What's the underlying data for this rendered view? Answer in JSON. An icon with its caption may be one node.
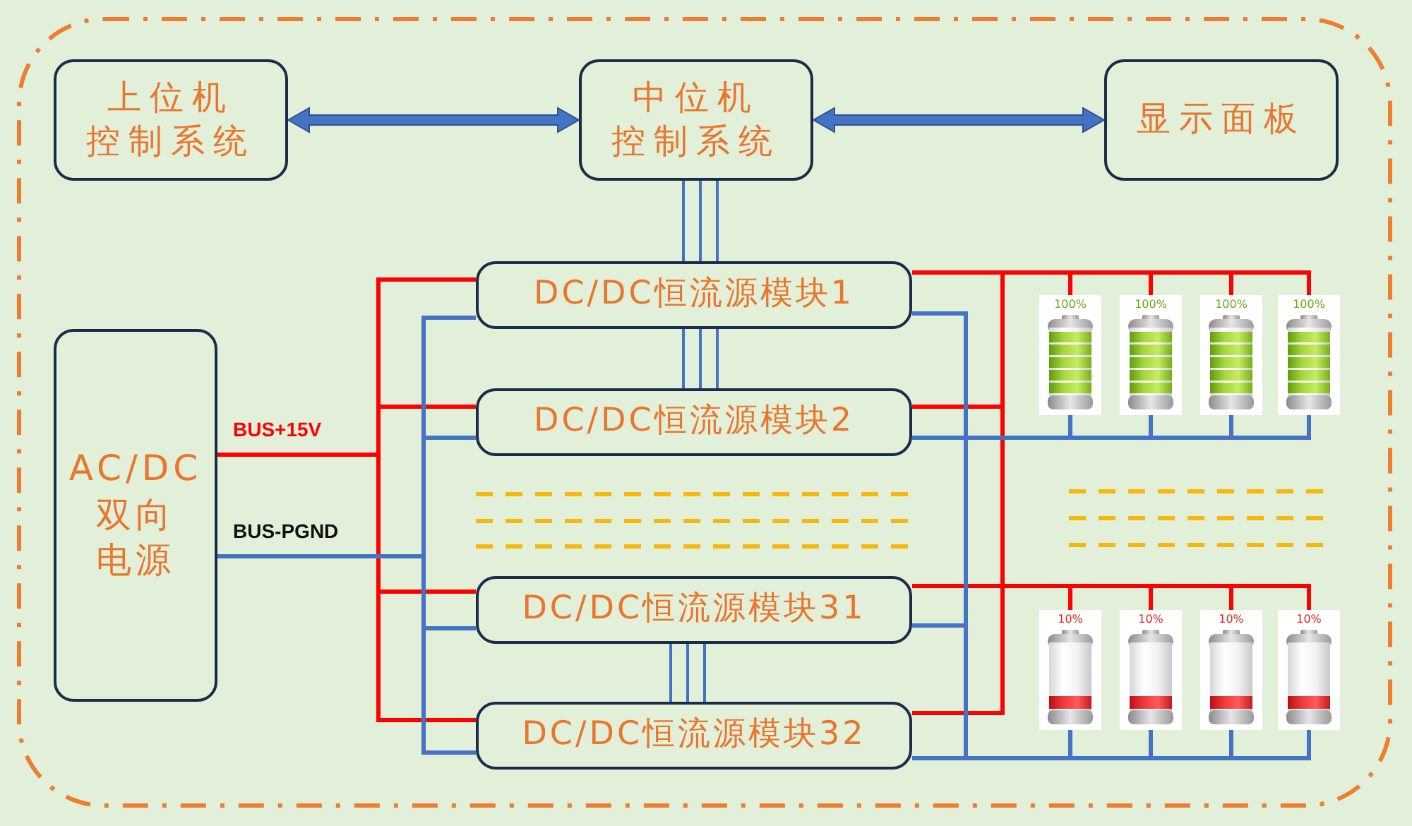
{
  "diagram": {
    "nodes": [
      {
        "text": [],
        "shape": "box"
      },
      {
        "text": [
          "上位机控制系统"
        ],
        "in": 0
      },
      {
        "text": [
          "中位机控制系统"
        ],
        "in": 0
      },
      {
        "text": [
          "显示面板"
        ],
        "in": 0
      },
      {
        "text": [
          "AC/DC双向电源"
        ],
        "in": 0
      },
      {
        "text": [
          "DC/DC恒流源模块1"
        ],
        "in": 0
      },
      {
        "text": [
          "DC/DC恒流源模块2"
        ],
        "in": 0
      },
      {
        "text": [
          "DC/DC恒流源模块31"
        ],
        "in": 0
      },
      {
        "text": [
          "DC/DC恒流源模块32"
        ],
        "in": 0
      },
      {
        "text": [
          "100%"
        ],
        "in": 0
      },
      {
        "text": [
          "100%"
        ],
        "in": 0
      },
      {
        "text": [
          "100%"
        ],
        "in": 0
      },
      {
        "text": [
          "100%"
        ],
        "in": 0
      },
      {
        "text": [
          "10%"
        ],
        "in": 0
      },
      {
        "text": [
          "10%"
        ],
        "in": 0
      },
      {
        "text": [
          "10%"
        ],
        "in": 0
      },
      {
        "text": [
          "10%"
        ],
        "in": 0
      }
    ],
    "edges": [
      {
        "from": 1,
        "to": 2,
        "arrow": "both",
        "style": "thick"
      },
      {
        "from": 2,
        "to": 3,
        "arrow": "both",
        "style": "thick"
      },
      {
        "from": 2,
        "to": 5,
        "arrow": "none"
      },
      {
        "from": 5,
        "to": 6,
        "arrow": "none"
      },
      {
        "from": 7,
        "to": 8,
        "arrow": "none"
      },
      {
        "from": 4,
        "to": 5,
        "arrow": "none",
        "label": "BUS+15V",
        "color": "#ff0000"
      },
      {
        "from": 4,
        "to": 6,
        "arrow": "none",
        "color": "#ff0000"
      },
      {
        "from": 4,
        "to": 7,
        "arrow": "none",
        "color": "#ff0000"
      },
      {
        "from": 4,
        "to": 8,
        "arrow": "none",
        "color": "#ff0000"
      },
      {
        "from": 4,
        "to": 5,
        "arrow": "none",
        "label": "BUS-PGND"
      },
      {
        "from": 4,
        "to": 6,
        "arrow": "none"
      },
      {
        "from": 4,
        "to": 7,
        "arrow": "none"
      },
      {
        "from": 4,
        "to": 8,
        "arrow": "none"
      },
      {
        "from": 5,
        "to": 9,
        "arrow": "none",
        "color": "#ff0000"
      },
      {
        "from": 5,
        "to": 10,
        "arrow": "none",
        "color": "#ff0000"
      },
      {
        "from": 5,
        "to": 11,
        "arrow": "none",
        "color": "#ff0000"
      },
      {
        "from": 5,
        "to": 12,
        "arrow": "none",
        "color": "#ff0000"
      },
      {
        "from": 5,
        "to": 13,
        "arrow": "none",
        "color": "#ff0000"
      },
      {
        "from": 5,
        "to": 14,
        "arrow": "none",
        "color": "#ff0000"
      },
      {
        "from": 5,
        "to": 15,
        "arrow": "none",
        "color": "#ff0000"
      },
      {
        "from": 5,
        "to": 16,
        "arrow": "none",
        "color": "#ff0000"
      },
      {
        "from": 6,
        "to": 9,
        "arrow": "none",
        "color": "#ff0000"
      },
      {
        "from": 6,
        "to": 10,
        "arrow": "none",
        "color": "#ff0000"
      },
      {
        "from": 6,
        "to": 11,
        "arrow": "none",
        "color": "#ff0000"
      },
      {
        "from": 6,
        "to": 12,
        "arrow": "none",
        "color": "#ff0000"
      },
      {
        "from": 6,
        "to": 13,
        "arrow": "none",
        "color": "#ff0000"
      },
      {
        "from": 6,
        "to": 14,
        "arrow": "none",
        "color": "#ff0000"
      },
      {
        "from": 6,
        "to": 15,
        "arrow": "none",
        "color": "#ff0000"
      },
      {
        "from": 6,
        "to": 16,
        "arrow": "none",
        "color": "#ff0000"
      },
      {
        "from": 7,
        "to": 9,
        "arrow": "none",
        "color": "#ff0000"
      },
      {
        "from": 7,
        "to": 10,
        "arrow": "none",
        "color": "#ff0000"
      },
      {
        "from": 7,
        "to": 11,
        "arrow": "none",
        "color": "#ff0000"
      },
      {
        "from": 7,
        "to": 12,
        "arrow": "none",
        "color": "#ff0000"
      },
      {
        "from": 7,
        "to": 13,
        "arrow": "none",
        "color": "#ff0000"
      },
      {
        "from": 7,
        "to": 14,
        "arrow": "none",
        "color": "#ff0000"
      },
      {
        "from": 7,
        "to": 15,
        "arrow": "none",
        "color": "#ff0000"
      },
      {
        "from": 7,
        "to": 16,
        "arrow": "none",
        "color": "#ff0000"
      },
      {
        "from": 8,
        "to": 9,
        "arrow": "none",
        "color": "#ff0000"
      },
      {
        "from": 8,
        "to": 10,
        "arrow": "none",
        "color": "#ff0000"
      },
      {
        "from": 8,
        "to": 11,
        "arrow": "none",
        "color": "#ff0000"
      },
      {
        "from": 8,
        "to": 12,
        "arrow": "none",
        "color": "#ff0000"
      },
      {
        "from": 8,
        "to": 13,
        "arrow": "none",
        "color": "#ff0000"
      },
      {
        "from": 8,
        "to": 14,
        "arrow": "none",
        "color": "#ff0000"
      },
      {
        "from": 8,
        "to": 15,
        "arrow": "none",
        "color": "#ff0000"
      },
      {
        "from": 8,
        "to": 16,
        "arrow": "none",
        "color": "#ff0000"
      },
      {
        "from": 5,
        "to": 9,
        "arrow": "none"
      },
      {
        "from": 5,
        "to": 10,
        "arrow": "none"
      },
      {
        "from": 5,
        "to": 11,
        "arrow": "none"
      },
      {
        "from": 5,
        "to": 12,
        "arrow": "none"
      },
      {
        "from": 5,
        "to": 13,
        "arrow": "none"
      },
      {
        "from": 5,
        "to": 14,
        "arrow": "none"
      },
      {
        "from": 5,
        "to": 15,
        "arrow": "none"
      },
      {
        "from": 5,
        "to": 16,
        "arrow": "none"
      },
      {
        "from": 6,
        "to": 9,
        "arrow": "none"
      },
      {
        "from": 6,
        "to": 10,
        "arrow": "none"
      },
      {
        "from": 6,
        "to": 11,
        "arrow": "none"
      },
      {
        "from": 6,
        "to": 12,
        "arrow": "none"
      },
      {
        "from": 6,
        "to": 13,
        "arrow": "none"
      },
      {
        "from": 6,
        "to": 14,
        "arrow": "none"
      },
      {
        "from": 6,
        "to": 15,
        "arrow": "none"
      },
      {
        "from": 6,
        "to": 16,
        "arrow": "none"
      },
      {
        "from": 7,
        "to": 9,
        "arrow": "none"
      },
      {
        "from": 7,
        "to": 10,
        "arrow": "none"
      },
      {
        "from": 7,
        "to": 11,
        "arrow": "none"
      },
      {
        "from": 7,
        "to": 12,
        "arrow": "none"
      },
      {
        "from": 7,
        "to": 13,
        "arrow": "none"
      },
      {
        "from": 7,
        "to": 14,
        "arrow": "none"
      },
      {
        "from": 7,
        "to": 15,
        "arrow": "none"
      },
      {
        "from": 7,
        "to": 16,
        "arrow": "none"
      },
      {
        "from": 8,
        "to": 9,
        "arrow": "none"
      },
      {
        "from": 8,
        "to": 10,
        "arrow": "none"
      },
      {
        "from": 8,
        "to": 11,
        "arrow": "none"
      },
      {
        "from": 8,
        "to": 12,
        "arrow": "none"
      },
      {
        "from": 8,
        "to": 13,
        "arrow": "none"
      },
      {
        "from": 8,
        "to": 14,
        "arrow": "none"
      },
      {
        "from": 8,
        "to": 15,
        "arrow": "none"
      },
      {
        "from": 8,
        "to": 16,
        "arrow": "none"
      }
    ]
  }
}
